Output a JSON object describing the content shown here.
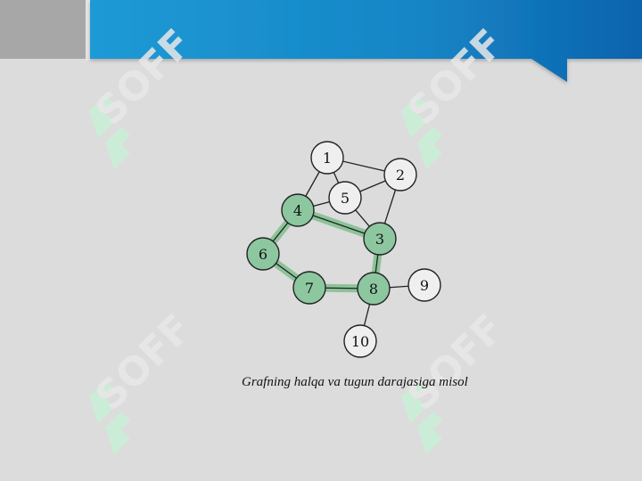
{
  "caption": "Grafning halqa va tugun darajasiga misol",
  "watermark": "SOFF",
  "colors": {
    "background": "#dcdcdc",
    "header_gray": "#a6a6a6",
    "header_blue": "#1b8ccc",
    "header_blue_dark": "#0a5fa8",
    "highlight_node": "#8cc7a0",
    "highlight_edge": "#7fbf8e",
    "node_plain": "#efefef",
    "watermark": "#c9f0d7"
  },
  "graph": {
    "nodes": [
      {
        "id": "1",
        "label": "1",
        "highlighted": false
      },
      {
        "id": "2",
        "label": "2",
        "highlighted": false
      },
      {
        "id": "3",
        "label": "3",
        "highlighted": true
      },
      {
        "id": "4",
        "label": "4",
        "highlighted": true
      },
      {
        "id": "5",
        "label": "5",
        "highlighted": false
      },
      {
        "id": "6",
        "label": "6",
        "highlighted": true
      },
      {
        "id": "7",
        "label": "7",
        "highlighted": true
      },
      {
        "id": "8",
        "label": "8",
        "highlighted": true
      },
      {
        "id": "9",
        "label": "9",
        "highlighted": false
      },
      {
        "id": "10",
        "label": "10",
        "highlighted": false
      }
    ],
    "edges": [
      {
        "from": "1",
        "to": "2",
        "cycle": false
      },
      {
        "from": "1",
        "to": "4",
        "cycle": false
      },
      {
        "from": "1",
        "to": "5",
        "cycle": false
      },
      {
        "from": "2",
        "to": "5",
        "cycle": false
      },
      {
        "from": "2",
        "to": "3",
        "cycle": false
      },
      {
        "from": "5",
        "to": "3",
        "cycle": false
      },
      {
        "from": "4",
        "to": "5",
        "cycle": false
      },
      {
        "from": "4",
        "to": "3",
        "cycle": true
      },
      {
        "from": "4",
        "to": "6",
        "cycle": true
      },
      {
        "from": "6",
        "to": "7",
        "cycle": true
      },
      {
        "from": "7",
        "to": "8",
        "cycle": true
      },
      {
        "from": "8",
        "to": "3",
        "cycle": true
      },
      {
        "from": "8",
        "to": "9",
        "cycle": false
      },
      {
        "from": "8",
        "to": "10",
        "cycle": false
      }
    ]
  }
}
